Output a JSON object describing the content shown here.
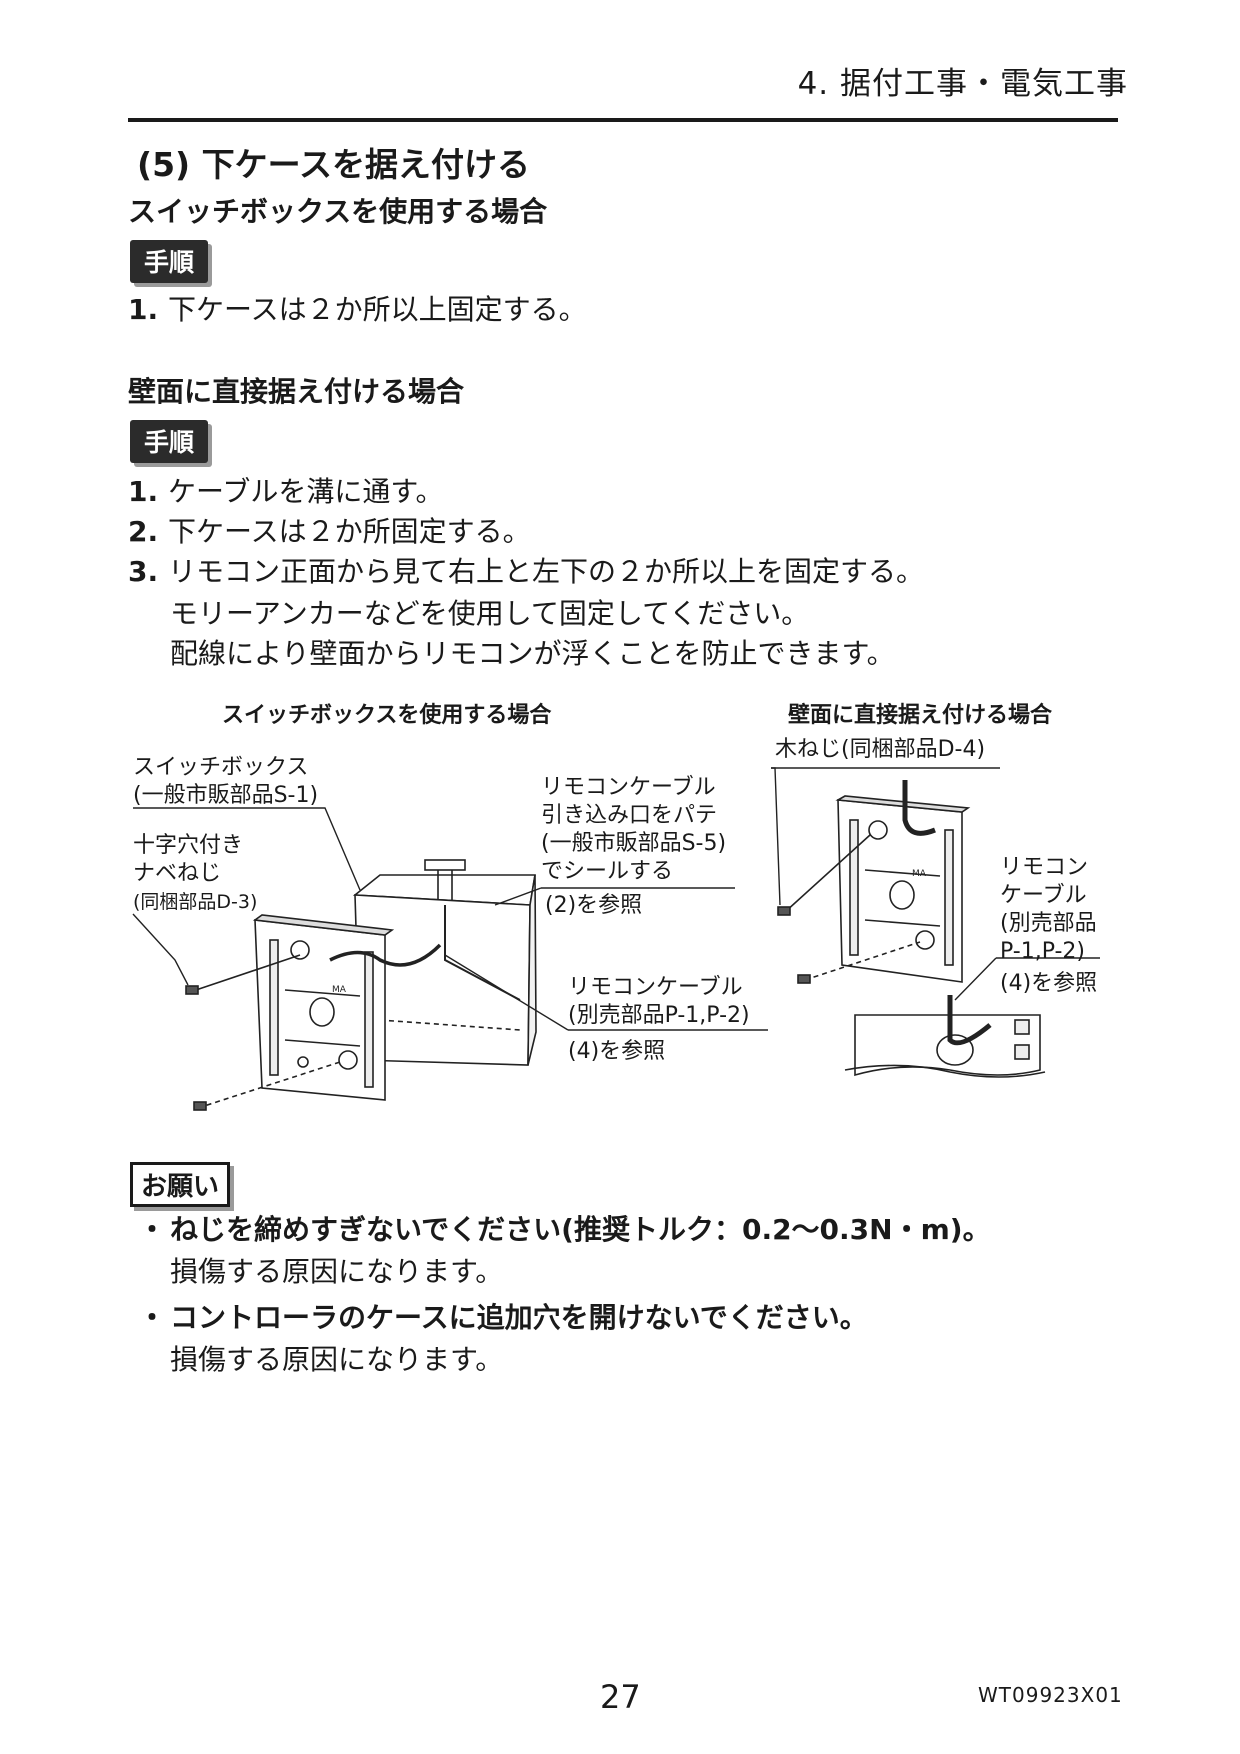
{
  "header": {
    "chapter_title": "4. 据付工事・電気工事"
  },
  "section": {
    "title": "(5) 下ケースを据え付ける"
  },
  "case_switchbox": {
    "title": "スイッチボックスを使用する場合",
    "badge": "手順",
    "steps": [
      {
        "num": "1.",
        "text": "下ケースは２か所以上固定する。"
      }
    ]
  },
  "case_wall": {
    "title": "壁面に直接据え付ける場合",
    "badge": "手順",
    "steps": [
      {
        "num": "1.",
        "text": "ケーブルを溝に通す。"
      },
      {
        "num": "2.",
        "text": "下ケースは２か所固定する。"
      },
      {
        "num": "3.",
        "text": "リモコン正面から見て右上と左下の２か所以上を固定する。"
      }
    ],
    "continuation": [
      "モリーアンカーなどを使用して固定してください。",
      "配線により壁面からリモコンが浮くことを防止できます。"
    ]
  },
  "figure": {
    "left_heading": "スイッチボックスを使用する場合",
    "right_heading": "壁面に直接据え付ける場合",
    "labels": {
      "switchbox_1": "スイッチボックス",
      "switchbox_2": "(一般市販部品S-1)",
      "screw_1": "十字穴付き",
      "screw_2": "ナベねじ",
      "screw_3": "(同梱部品D-3)",
      "putty_1": "リモコンケーブル",
      "putty_2": "引き込み口をパテ",
      "putty_3": "(一般市販部品S-5)",
      "putty_4": "でシールする",
      "putty_ref": "(2)を参照",
      "cable_left_1": "リモコンケーブル",
      "cable_left_2": "(別売部品P-1,P-2)",
      "cable_left_ref": "(4)を参照",
      "wood_screw": "木ねじ(同梱部品D-4)",
      "cable_right_1": "リモコン",
      "cable_right_2": "ケーブル",
      "cable_right_3": "(別売部品",
      "cable_right_4": "P-1,P-2)",
      "cable_right_ref": "(4)を参照"
    }
  },
  "notice": {
    "badge": "お願い",
    "items": [
      {
        "bullet": "・",
        "text": "ねじを締めすぎないでください(推奨トルク：0.2〜0.3N・m)。",
        "reason": "損傷する原因になります。"
      },
      {
        "bullet": "・",
        "text": "コントローラのケースに追加穴を開けないでください。",
        "reason": "損傷する原因になります。"
      }
    ]
  },
  "footer": {
    "page_number": "27",
    "doc_code": "WT09923X01"
  }
}
